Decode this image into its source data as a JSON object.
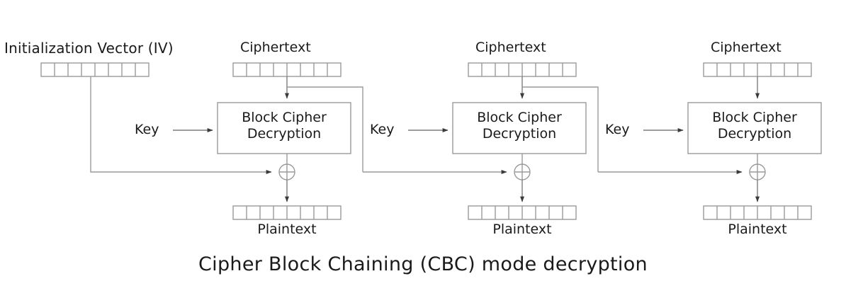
{
  "diagram": {
    "title": "Cipher Block Chaining (CBC) mode decryption",
    "type": "block-diagram",
    "iv": {
      "label": "Initialization Vector (IV)",
      "cells": 8
    },
    "block_labels": {
      "ciphertext": "Ciphertext",
      "plaintext": "Plaintext",
      "key": "Key",
      "cipher_box_line1": "Block Cipher",
      "cipher_box_line2": "Decryption",
      "xor_symbol": "+"
    },
    "stages": [
      {
        "index": 1,
        "ciphertext": "Ciphertext",
        "key": "Key",
        "operation_line1": "Block Cipher",
        "operation_line2": "Decryption",
        "xor": "+",
        "plaintext": "Plaintext",
        "cells": 8,
        "chains_forward": true
      },
      {
        "index": 2,
        "ciphertext": "Ciphertext",
        "key": "Key",
        "operation_line1": "Block Cipher",
        "operation_line2": "Decryption",
        "xor": "+",
        "plaintext": "Plaintext",
        "cells": 8,
        "chains_forward": true
      },
      {
        "index": 3,
        "ciphertext": "Ciphertext",
        "key": "Key",
        "operation_line1": "Block Cipher",
        "operation_line2": "Decryption",
        "xor": "+",
        "plaintext": "Plaintext",
        "cells": 8,
        "chains_forward": false
      }
    ],
    "colors": {
      "background": "#ffffff",
      "stroke": "#8a8a8a",
      "stroke_dark": "#555555",
      "text": "#1a1a1a",
      "block_fill": "#ffffff"
    }
  }
}
